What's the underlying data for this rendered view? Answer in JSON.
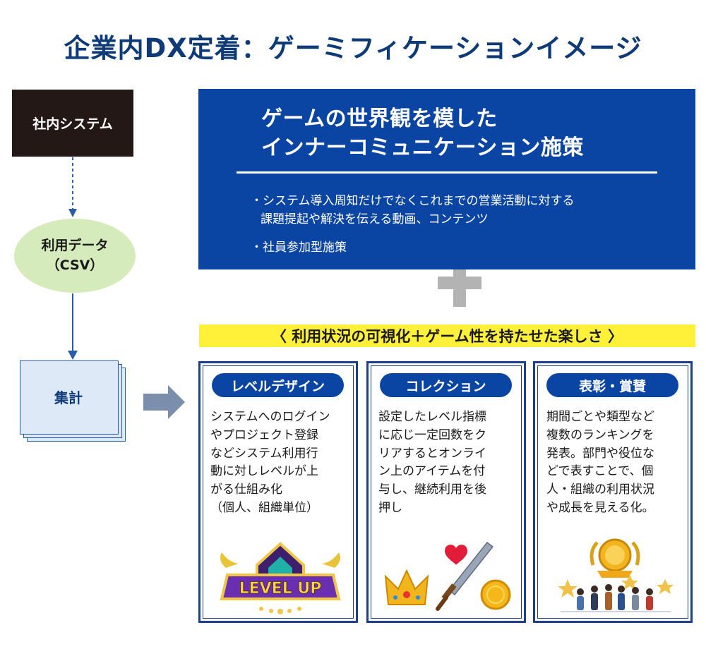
{
  "title": "企業内DX定着：ゲーミフィケーションイメージ",
  "flow": {
    "system_label": "社内システム",
    "data_line1": "利用データ",
    "data_line2": "（CSV）",
    "aggregate_label": "集計"
  },
  "panel": {
    "heading_line1": "ゲームの世界観を模した",
    "heading_line2": "インナーコミュニケーション施策",
    "bullet1_line1": "・システム導入周知だけでなくこれまでの営業活動に対する",
    "bullet1_line2": "課題提起や解決を伝える動画、コンテンツ",
    "bullet2": "・社員参加型施策"
  },
  "band_text": "〈 利用状況の可視化＋ゲーム性を持たせた楽しさ 〉",
  "cards": [
    {
      "title": "レベルデザイン",
      "text": "システムへのログイン\nやプロジェクト登録\nなどシステム利用行\n動に対しレベルが上\nがる仕組み化\n（個人、組織単位）",
      "badge_text": "LEVEL UP"
    },
    {
      "title": "コレクション",
      "text": "設定したレベル指標\nに応じ一定回数をク\nリアするとオンライ\nン上のアイテムを付\n与し、継続利用を後\n押し"
    },
    {
      "title": "表彰・賞賛",
      "text": "期間ごとや類型など\n複数のランキングを\n発表。部門や役位な\nどで表すことで、個\n人・組織の利用状況\nや成長を見える化。"
    }
  ],
  "colors": {
    "navy": "#0b45a4",
    "title": "#0f3a78",
    "yellow": "#fff13a",
    "green": "#d6ebbc",
    "gray_plus": "#b3b3b3",
    "arrow": "#7b8fad"
  }
}
